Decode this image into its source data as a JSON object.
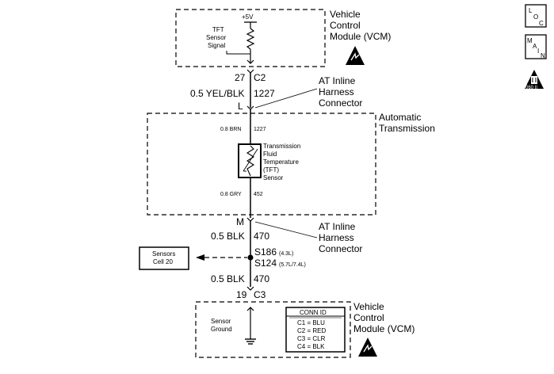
{
  "vcm_top": {
    "title_lines": [
      "Vehicle",
      "Control",
      "Module (VCM)"
    ],
    "supply": "+5V",
    "signal_lines": [
      "TFT",
      "Sensor",
      "Signal"
    ]
  },
  "c2_pin": {
    "pin": "27",
    "connector": "C2"
  },
  "wire_top": {
    "gauge_color": "0.5 YEL/BLK",
    "circuit": "1227"
  },
  "inline_top": {
    "terminal": "L",
    "label_lines": [
      "AT Inline",
      "Harness",
      "Connector"
    ]
  },
  "trans": {
    "title_lines": [
      "Automatic",
      "Transmission"
    ],
    "wire_in": {
      "gauge_color": "0.8 BRN",
      "circuit": "1227"
    },
    "sensor_lines": [
      "Transmission",
      "Fluid",
      "Temperature",
      "(TFT)",
      "Sensor"
    ],
    "wire_out": {
      "gauge_color": "0.8 GRY",
      "circuit": "452"
    }
  },
  "inline_bottom": {
    "terminal": "M",
    "label_lines": [
      "AT Inline",
      "Harness",
      "Connector"
    ]
  },
  "wire_mid": {
    "gauge_color": "0.5 BLK",
    "circuit": "470"
  },
  "sensors_box": {
    "lines": [
      "Sensors",
      "Cell 20"
    ]
  },
  "splice": {
    "s1": "S186",
    "s1_note": "(4.3L)",
    "s2": "S124",
    "s2_note": "(5.7L/7.4L)"
  },
  "wire_bottom": {
    "gauge_color": "0.5 BLK",
    "circuit": "470"
  },
  "c3_pin": {
    "pin": "19",
    "connector": "C3"
  },
  "vcm_bottom": {
    "title_lines": [
      "Vehicle",
      "Control",
      "Module (VCM)"
    ],
    "ground_lines": [
      "Sensor",
      "Ground"
    ]
  },
  "conn_table": {
    "header": "CONN ID",
    "rows": [
      "C1 = BLU",
      "C2 = RED",
      "C3 = CLR",
      "C4 = BLK"
    ]
  },
  "side_icons": {
    "loc": [
      "L",
      "O",
      "C"
    ],
    "main": [
      "M",
      "A",
      "I",
      "N"
    ],
    "esd_label": "060 II"
  }
}
